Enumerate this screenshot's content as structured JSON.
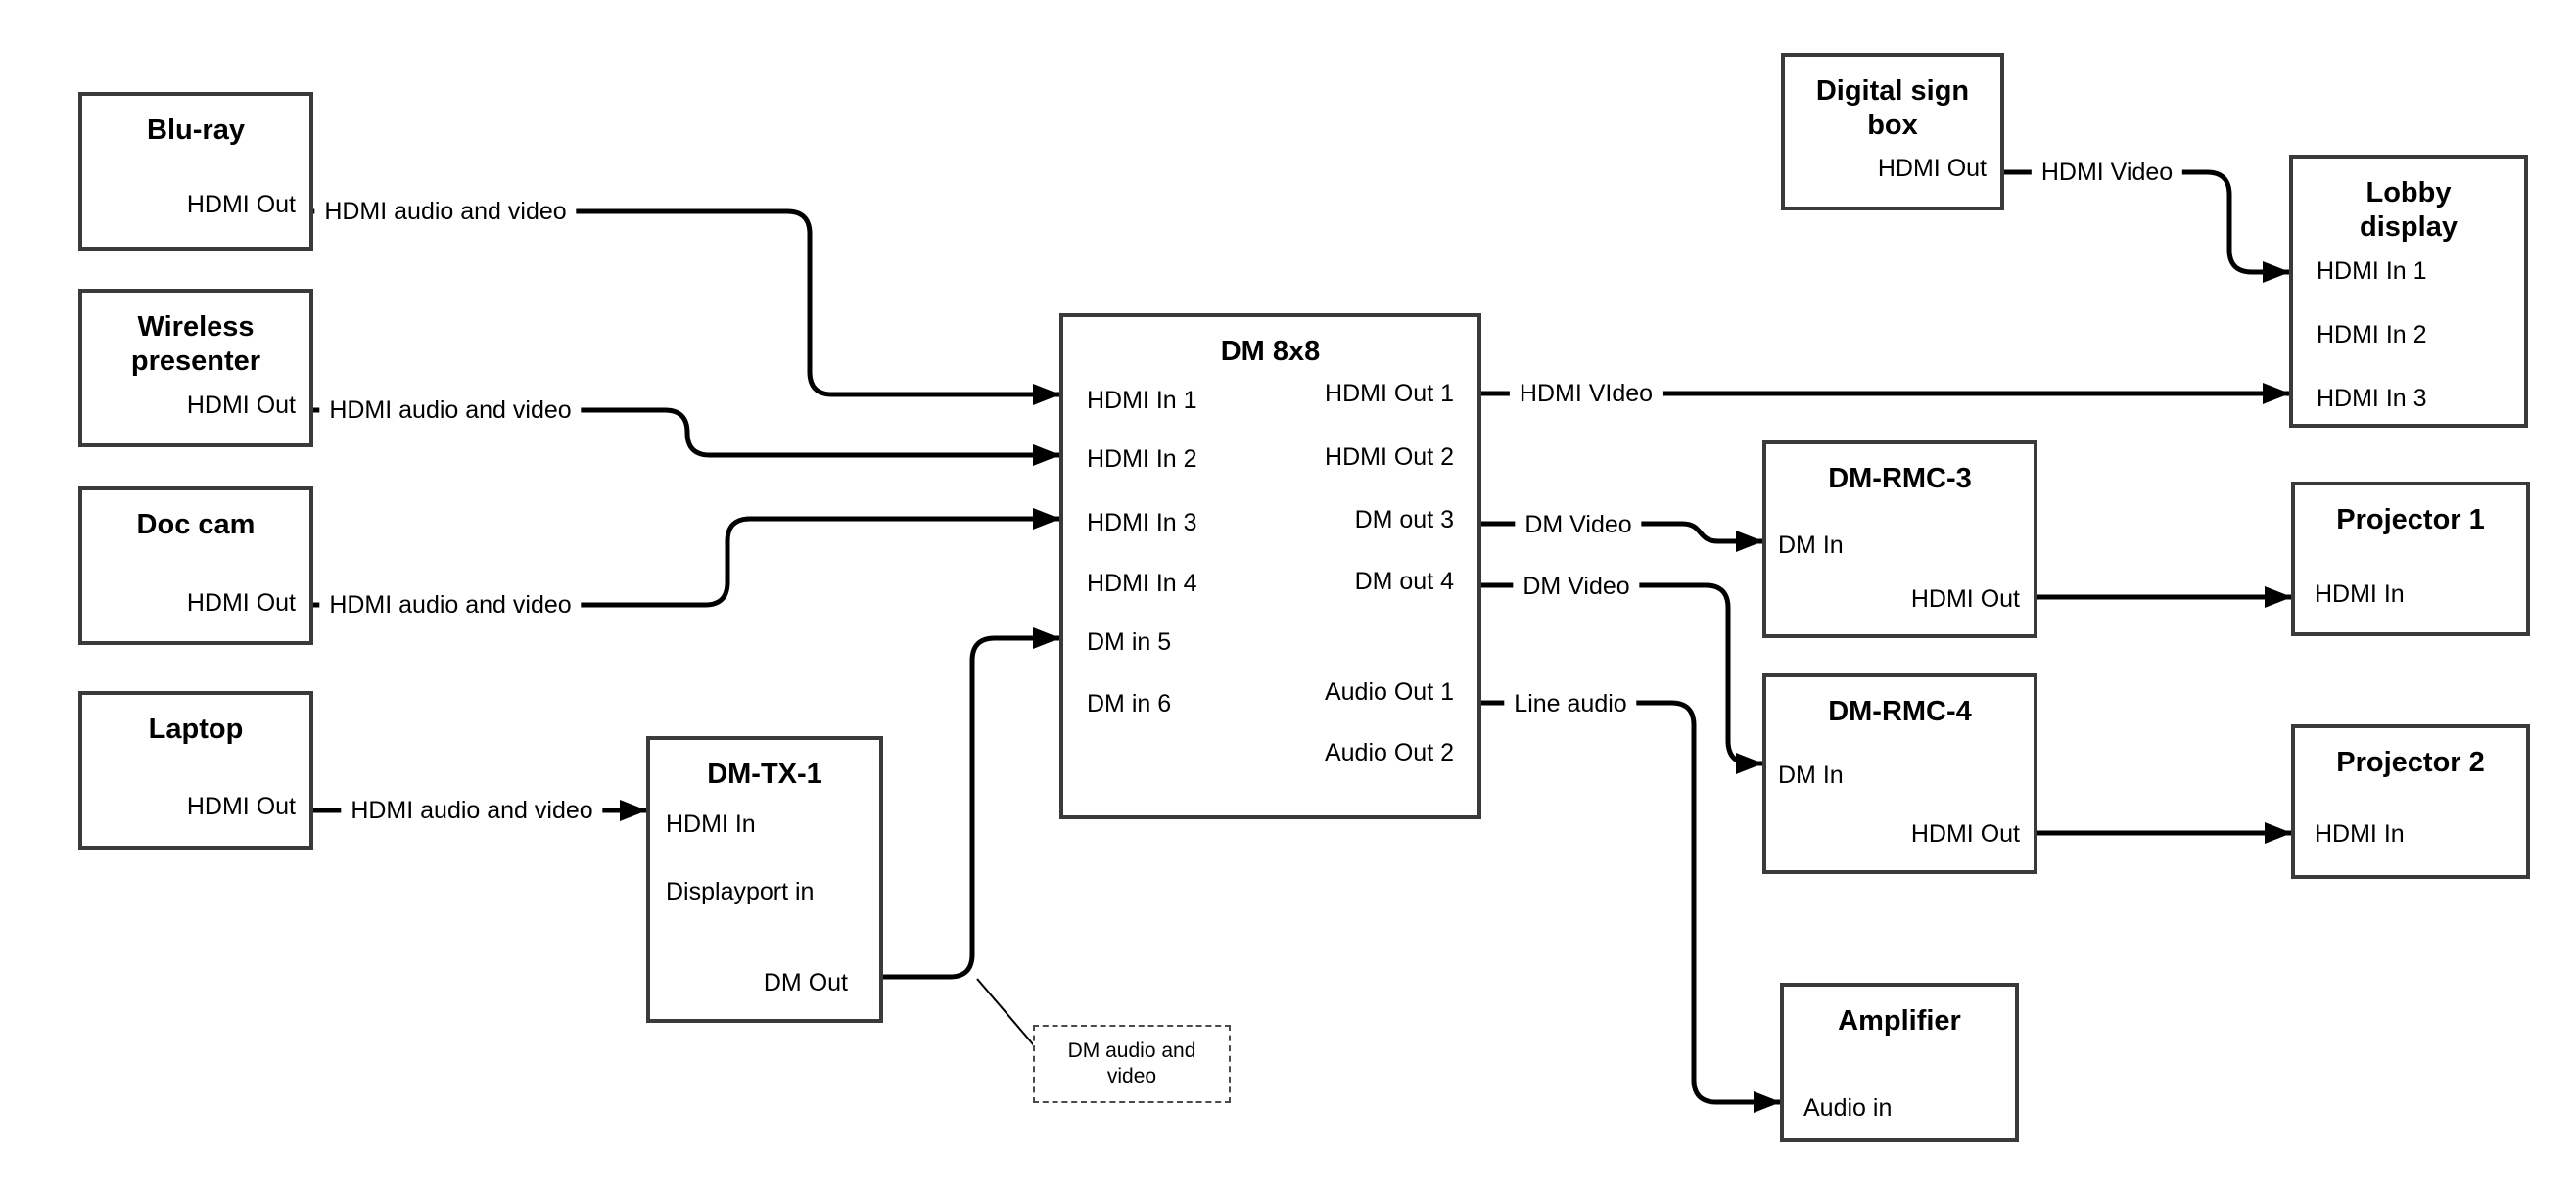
{
  "devices": {
    "bluray": {
      "title": "Blu-ray",
      "ports": {
        "hdmi_out": "HDMI Out"
      }
    },
    "wireless_presenter": {
      "title": "Wireless presenter",
      "ports": {
        "hdmi_out": "HDMI Out"
      }
    },
    "doc_cam": {
      "title": "Doc cam",
      "ports": {
        "hdmi_out": "HDMI Out"
      }
    },
    "laptop": {
      "title": "Laptop",
      "ports": {
        "hdmi_out": "HDMI Out"
      }
    },
    "dm_tx_1": {
      "title": "DM-TX-1",
      "ports": {
        "hdmi_in": "HDMI In",
        "displayport_in": "Displayport in",
        "dm_out": "DM Out"
      }
    },
    "dm_8x8": {
      "title": "DM 8x8",
      "ports": {
        "hdmi_in_1": "HDMI In 1",
        "hdmi_in_2": "HDMI In 2",
        "hdmi_in_3": "HDMI In 3",
        "hdmi_in_4": "HDMI In 4",
        "dm_in_5": "DM in 5",
        "dm_in_6": "DM in 6",
        "hdmi_out_1": "HDMI Out 1",
        "hdmi_out_2": "HDMI Out 2",
        "dm_out_3": "DM out 3",
        "dm_out_4": "DM out 4",
        "audio_out_1": "Audio Out 1",
        "audio_out_2": "Audio Out 2"
      }
    },
    "digital_sign_box": {
      "title": "Digital sign box",
      "ports": {
        "hdmi_out": "HDMI Out"
      }
    },
    "lobby_display": {
      "title": "Lobby display",
      "ports": {
        "hdmi_in_1": "HDMI In 1",
        "hdmi_in_2": "HDMI In 2",
        "hdmi_in_3": "HDMI In 3"
      }
    },
    "dm_rmc_3": {
      "title": "DM-RMC-3",
      "ports": {
        "dm_in": "DM In",
        "hdmi_out": "HDMI Out"
      }
    },
    "projector_1": {
      "title": "Projector 1",
      "ports": {
        "hdmi_in": "HDMI In"
      }
    },
    "dm_rmc_4": {
      "title": "DM-RMC-4",
      "ports": {
        "dm_in": "DM In",
        "hdmi_out": "HDMI Out"
      }
    },
    "projector_2": {
      "title": "Projector 2",
      "ports": {
        "hdmi_in": "HDMI In"
      }
    },
    "amplifier": {
      "title": "Amplifier",
      "ports": {
        "audio_in": "Audio in"
      }
    }
  },
  "connection_labels": {
    "bluray_to_dm8x8": "HDMI audio and video",
    "wireless_to_dm8x8": "HDMI audio and video",
    "doccam_to_dm8x8": "HDMI audio and video",
    "laptop_to_dmtx1": "HDMI audio and video",
    "dm8x8_to_lobby": "HDMI VIdeo",
    "dmout3_to_rmc3": "DM Video",
    "dmout4_to_rmc4": "DM Video",
    "audioout1_to_amp": "Line audio",
    "signbox_to_lobby": "HDMI Video"
  },
  "callout": {
    "text": "DM audio and video"
  },
  "colors": {
    "background": "#ffffff",
    "box_border": "#3a3a3a",
    "wire": "#000000",
    "text": "#000000"
  }
}
